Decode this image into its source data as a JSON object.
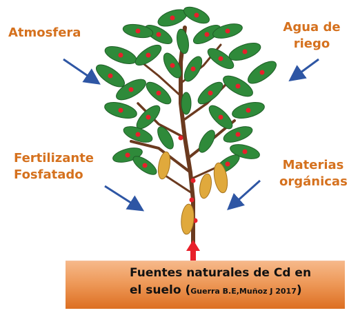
{
  "labels": {
    "atmosfera": [
      "Atmosfera"
    ],
    "agua_riego": [
      "Agua de",
      "riego"
    ],
    "fertilizante": [
      "Fertilizante",
      "Fosfatado"
    ],
    "materias": [
      "Materias",
      "orgánicas"
    ]
  },
  "soil_box": {
    "line1": "Fuentes naturales de Cd en",
    "line2_main": "el suelo",
    "line2_paren_open": " (",
    "citation": "Guerra  B.E,Muñoz J 2017",
    "line2_paren_close": ")"
  },
  "colors": {
    "label": "#d5711e",
    "arrow": "#2e56a4",
    "leaf": "#2f8a3a",
    "dot": "#e8202a",
    "trunk": "#6b3a1f",
    "pod": "#e0a93c",
    "soil": "#e88a45"
  }
}
